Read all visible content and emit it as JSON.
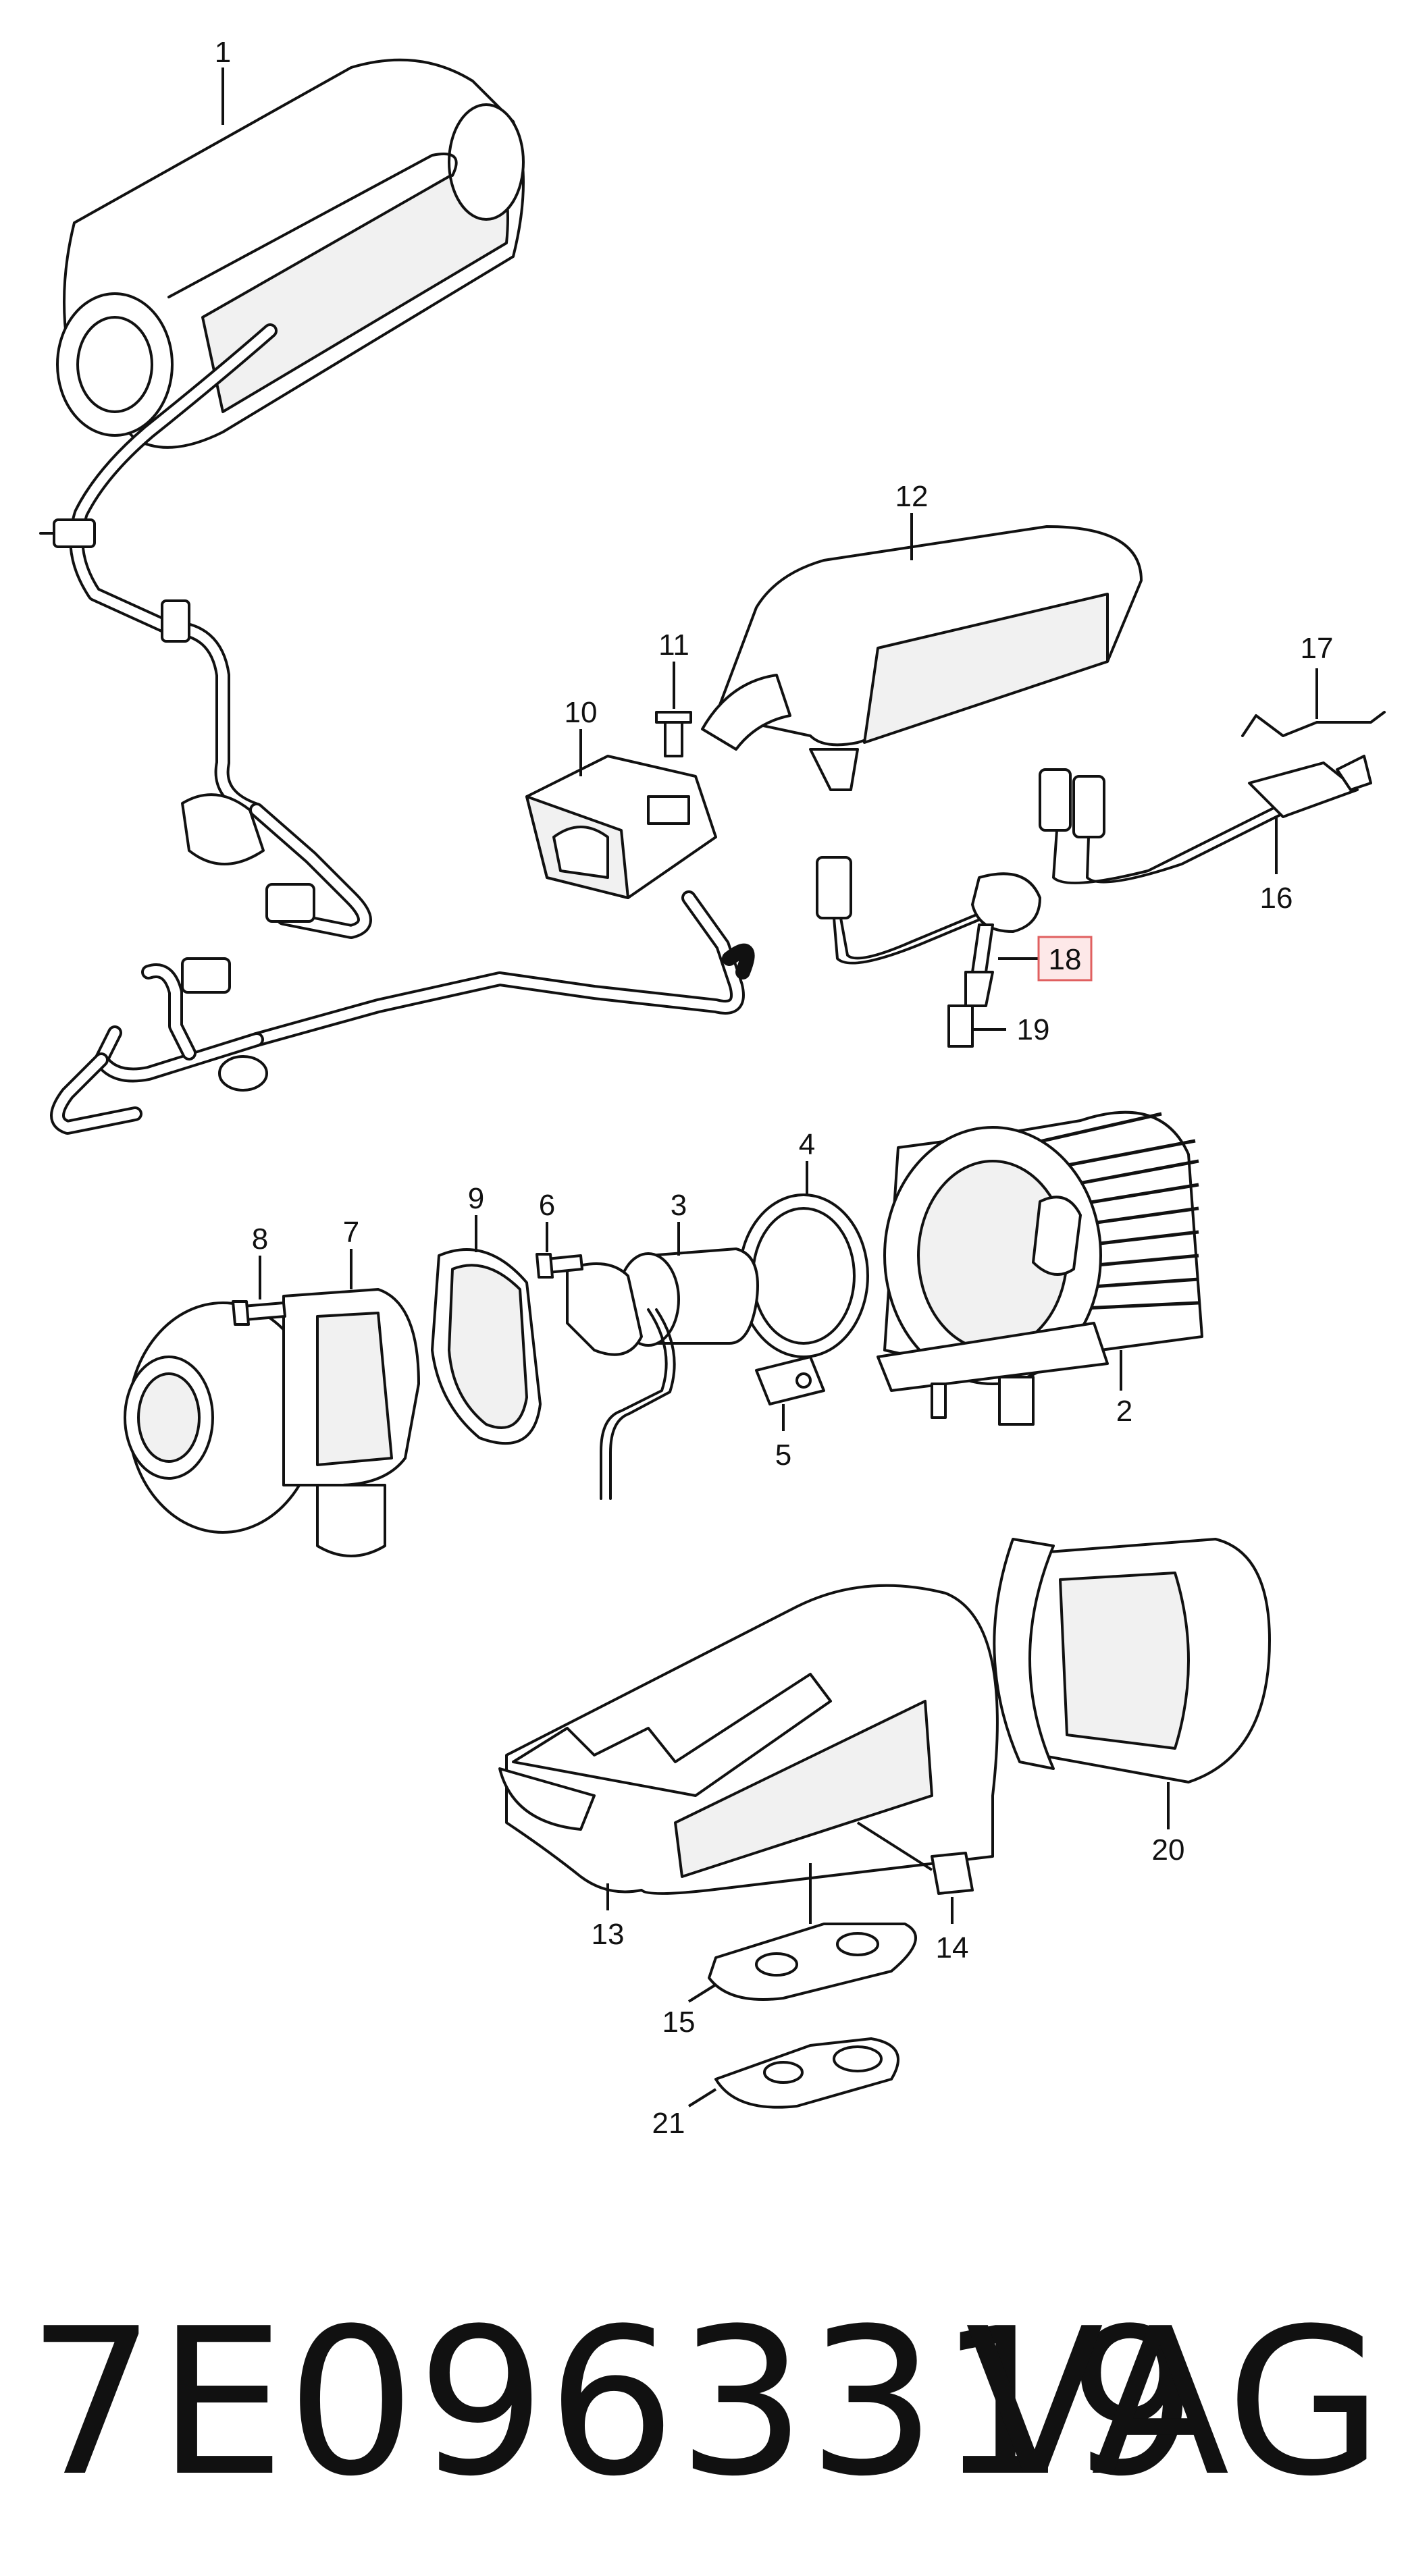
{
  "callouts": {
    "c1": "1",
    "c2": "2",
    "c3": "3",
    "c4": "4",
    "c5": "5",
    "c6": "6",
    "c7": "7",
    "c8": "8",
    "c9": "9",
    "c10": "10",
    "c11": "11",
    "c12": "12",
    "c13": "13",
    "c14": "14",
    "c15": "15",
    "c16": "16",
    "c17": "17",
    "c18": "18",
    "c19": "19",
    "c20": "20",
    "c21": "21"
  },
  "highlighted_callout": "18",
  "highlight_color": "#e06060",
  "footer": {
    "part_number": "7E0963319",
    "brand": "VAG"
  }
}
